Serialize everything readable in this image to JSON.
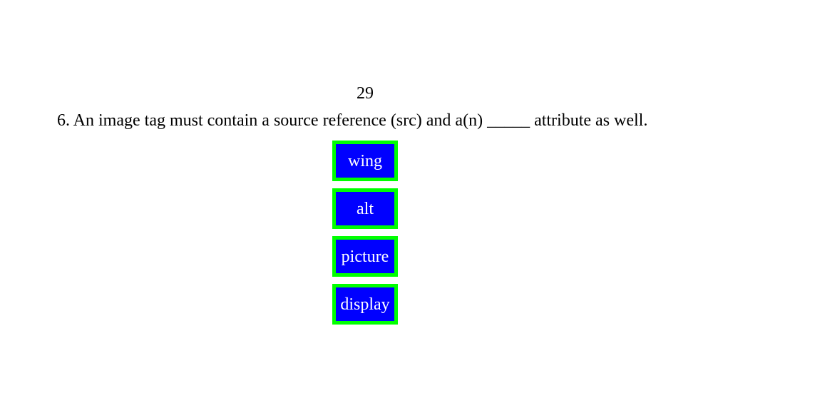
{
  "score": "29",
  "question": "6. An image tag must contain a source reference (src) and a(n) _____ attribute as well.",
  "choices": [
    {
      "label": "wing"
    },
    {
      "label": "alt"
    },
    {
      "label": "picture"
    },
    {
      "label": "display"
    }
  ],
  "colors": {
    "button_background": "#0000ff",
    "button_border": "#00ff00",
    "button_text": "#ffffff"
  }
}
